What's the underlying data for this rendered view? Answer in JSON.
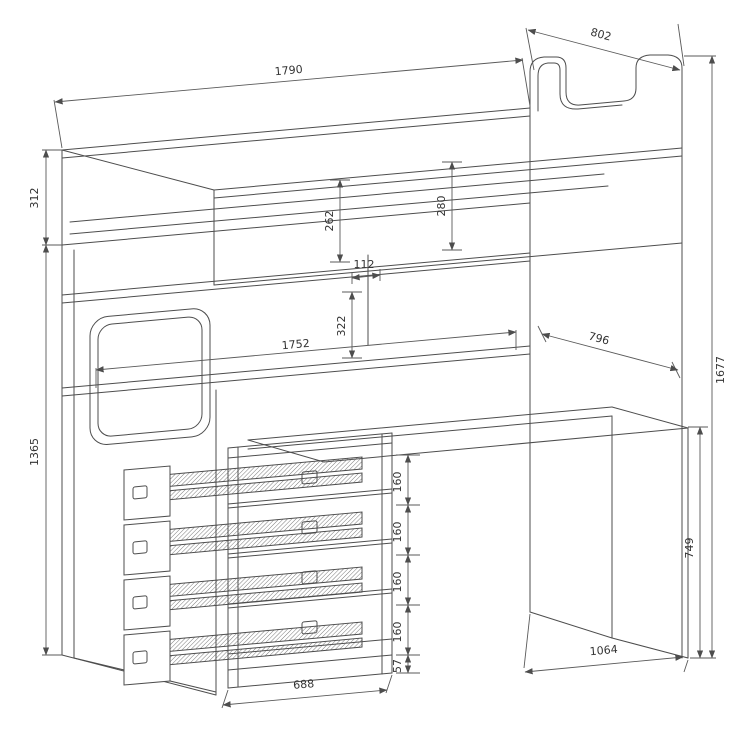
{
  "meta": {
    "type": "furniture-technical-drawing",
    "subject": "loft bed with desk and four-drawer unit",
    "background": "#ffffff",
    "line_color": "#4d4d4d",
    "text_color": "#333333"
  },
  "dims": {
    "length_top": "1790",
    "depth_top": "802",
    "rail_height": "312",
    "inner_back_rail": "280",
    "inner_front_rail": "262",
    "panel_gap": "112",
    "under_bunk_clearance": "322",
    "inner_length": "1752",
    "desk_depth": "796",
    "overall_height": "1677",
    "left_height": "1365",
    "desk_height": "749",
    "drawer_pitch_a": "160",
    "drawer_pitch_b": "160",
    "drawer_pitch_c": "160",
    "drawer_pitch_d": "160",
    "plinth_height": "57",
    "drawer_unit_width": "688",
    "desk_width": "1064"
  }
}
